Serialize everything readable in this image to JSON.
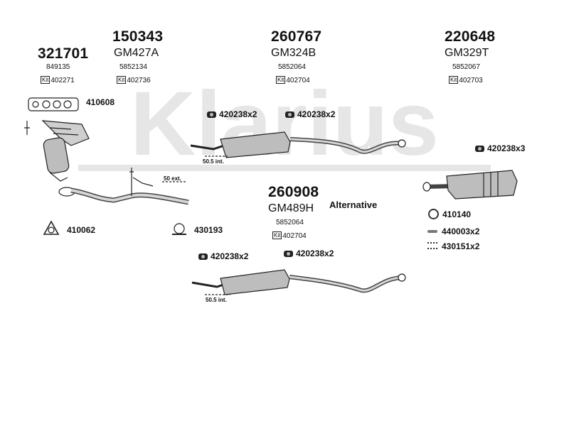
{
  "watermark": {
    "text": "Klarius"
  },
  "assemblies": [
    {
      "id": "manifold",
      "number": "321701",
      "model": "",
      "ref": "849135",
      "kit": "402271"
    },
    {
      "id": "front-pipe",
      "number": "150343",
      "model": "GM427A",
      "ref": "5852134",
      "kit": "402736"
    },
    {
      "id": "middle-silencer",
      "number": "260767",
      "model": "GM324B",
      "ref": "5852064",
      "kit": "402704"
    },
    {
      "id": "rear-silencer",
      "number": "220648",
      "model": "GM329T",
      "ref": "5852067",
      "kit": "402703"
    },
    {
      "id": "alt-middle-silencer",
      "number": "260908",
      "model": "GM489H",
      "ref": "5852064",
      "kit": "402704"
    }
  ],
  "part_labels": {
    "gasket_manifold": "410608",
    "gasket_pipe": "410062",
    "clamp_430193": "430193",
    "clamp_mid_a": "420238x2",
    "clamp_mid_b": "420238x2",
    "clamp_rear": "420238x3",
    "ring_410140": "410140",
    "bolt_440003": "440003x2",
    "spring_430151": "430151x2",
    "clamp_alt_a": "420238x2",
    "clamp_alt_b": "420238x2"
  },
  "notes": {
    "ext_50": "50 ext.",
    "int_1": "50.5 int.",
    "int_2": "50.5 int.",
    "alternative": "Alternative"
  },
  "colors": {
    "line": "#222222",
    "watermark": "#e6e6e6",
    "pipe_fill": "#cfcfcf",
    "silencer_fill": "#bdbdbd"
  }
}
